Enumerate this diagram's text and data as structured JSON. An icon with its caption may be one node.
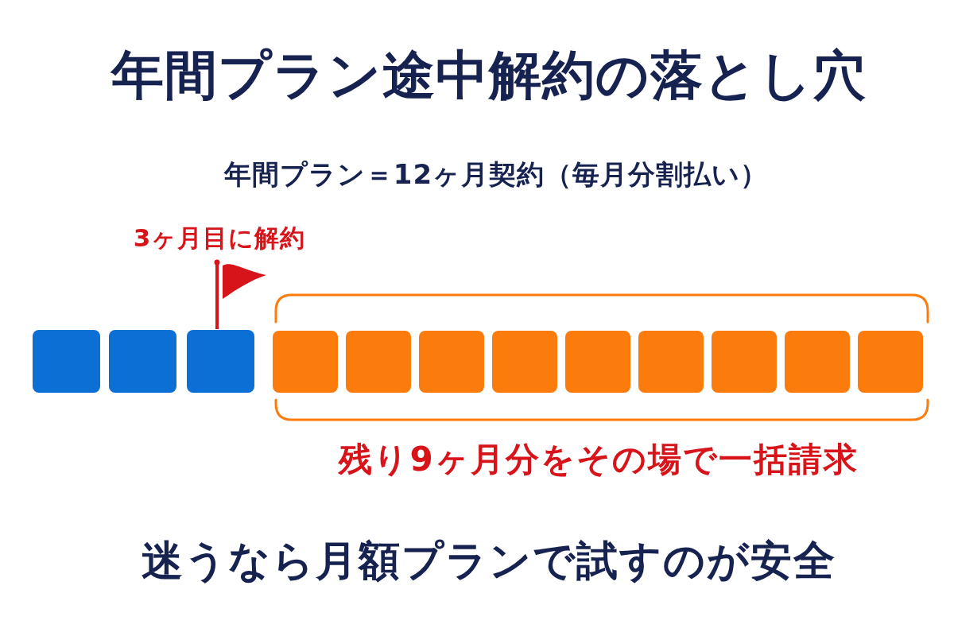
{
  "diagram": {
    "title": "年間プラン途中解約の落とし穴",
    "nodes": [
      {
        "text": [],
        "shape": "box"
      },
      {
        "text": [],
        "shape": "box"
      },
      {
        "text": [],
        "shape": "box"
      },
      {
        "text": [],
        "shape": "box"
      },
      {
        "text": [],
        "shape": "box"
      },
      {
        "text": [],
        "shape": "box"
      },
      {
        "text": [],
        "shape": "box"
      },
      {
        "text": [],
        "shape": "box"
      },
      {
        "text": [],
        "shape": "box"
      },
      {
        "text": [],
        "shape": "box"
      },
      {
        "text": [],
        "shape": "box"
      },
      {
        "text": [],
        "shape": "box"
      }
    ],
    "labels": [
      "年間プラン＝12ヶ月契約（毎月分割払い）",
      "3ヶ月目に解約",
      "残り9ヶ月分をその場で一括請求",
      "迷うなら月額プランで試すのが安全"
    ]
  }
}
